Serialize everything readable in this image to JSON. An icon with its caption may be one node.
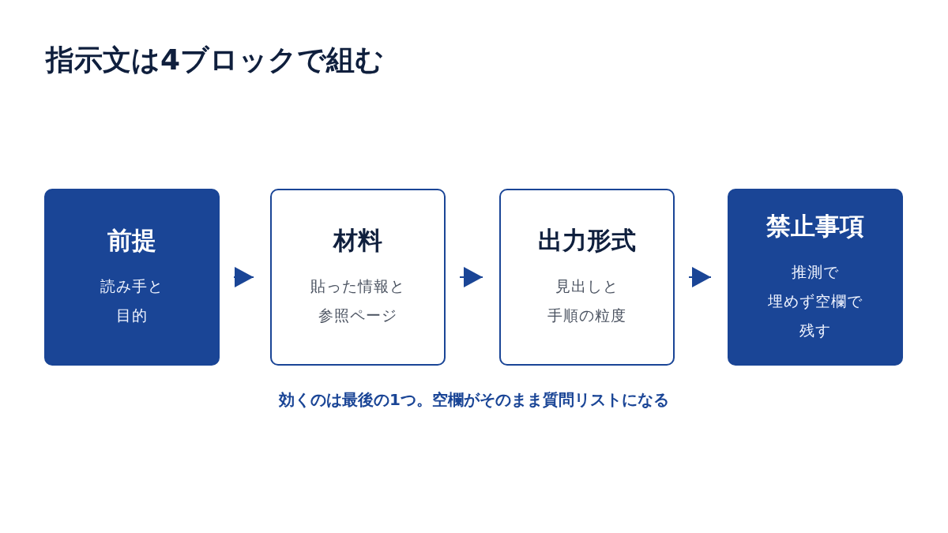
{
  "diagram": {
    "title": "指示文は**4ブロック**で組む",
    "nodes": [
      {
        "text": [
          "前提",
          "読み手と目的"
        ]
      },
      {
        "text": [
          "材料",
          "貼った情報と参照ページ"
        ]
      },
      {
        "text": [
          "出力形式",
          "見出しと手順の粒度"
        ]
      },
      {
        "text": [
          "禁止事項",
          "推測で埋めず空欄で残す"
        ]
      }
    ],
    "edges": [
      {
        "from": 0,
        "to": 1,
        "arrow": "to"
      },
      {
        "from": 1,
        "to": 2,
        "arrow": "to"
      },
      {
        "from": 2,
        "to": 3,
        "arrow": "to"
      }
    ],
    "caption": "効くのは最後の1つ。空欄がそのまま質問リストになる"
  }
}
